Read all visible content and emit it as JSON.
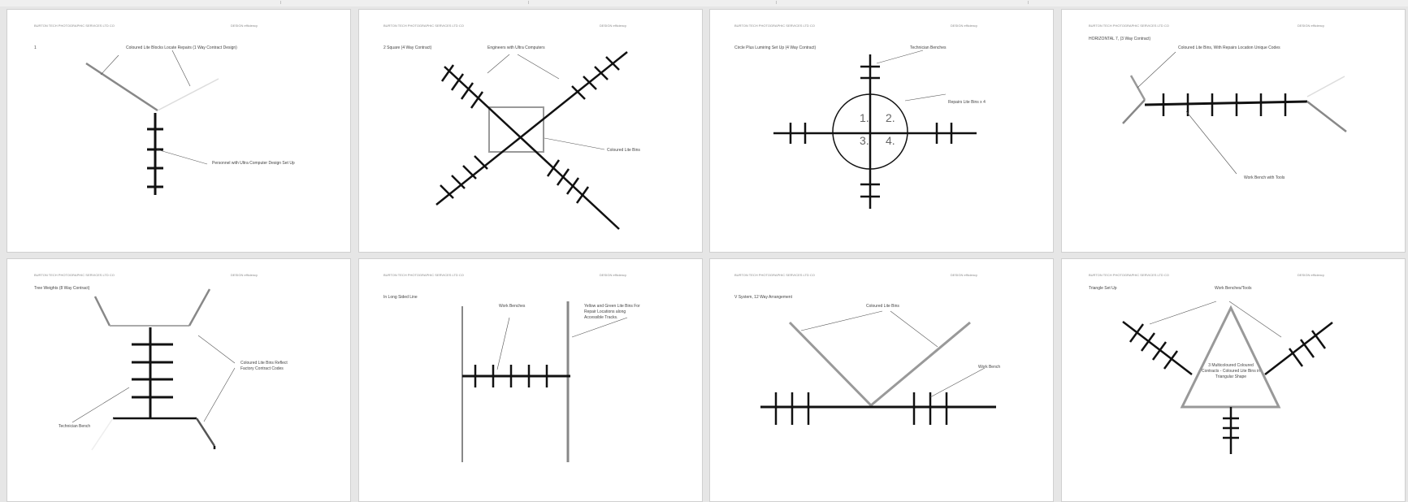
{
  "pages": [
    {
      "header_left": "BURTON TECH PHOTOGRAPHIC SERVICES LTD CO",
      "header_right": "DESIGN efficiency",
      "title": "1",
      "labels": [
        "Coloured Lite Blocks Locate Repairs (1 Way Contract Design)",
        "Personnel with Ultra Computer Design Set Up"
      ]
    },
    {
      "header_left": "BURTON TECH PHOTOGRAPHIC SERVICES LTD CO",
      "header_right": "DESIGN efficiency",
      "title": "2 Square      (4 Way Contract)",
      "labels": [
        "Engineers with Ultra Computers",
        "Coloured Lite Bins"
      ]
    },
    {
      "header_left": "BURTON TECH PHOTOGRAPHIC SERVICES LTD CO",
      "header_right": "DESIGN efficiency",
      "title": "Circle Plus Lumiring Set Up (4 Way Contract)",
      "labels": [
        "Technician Benches",
        "Repairs Lite Bins x 4"
      ],
      "numbers": [
        "1.",
        "2.",
        "3.",
        "4."
      ]
    },
    {
      "header_left": "BURTON TECH PHOTOGRAPHIC SERVICES LTD CO",
      "header_right": "DESIGN efficiency",
      "title": "HORIZONTAL 7, (3 Way Contract)",
      "labels": [
        "Coloured Lite Bins, With Repairs Location Unique Codes",
        "Work Bench with Tools"
      ]
    },
    {
      "header_left": "BURTON TECH PHOTOGRAPHIC SERVICES LTD CO",
      "header_right": "DESIGN efficiency",
      "title": "Tree Weights (8 Way Contract)",
      "labels": [
        "Coloured Lite Bins Reflect Factory Contract Codes",
        "Technician Bench"
      ]
    },
    {
      "header_left": "BURTON TECH PHOTOGRAPHIC SERVICES LTD CO",
      "header_right": "DESIGN efficiency",
      "title": "In Long Sided Line",
      "labels": [
        "Work Benches",
        "Yellow and Green Lite Bins For Repair Locations along Accessible Tracks."
      ]
    },
    {
      "header_left": "BURTON TECH PHOTOGRAPHIC SERVICES LTD CO",
      "header_right": "DESIGN efficiency",
      "title": "V System, 12 Way Arrangement",
      "labels": [
        "Coloured Lite Bins",
        "Work Bench"
      ]
    },
    {
      "header_left": "BURTON TECH PHOTOGRAPHIC SERVICES LTD CO",
      "header_right": "DESIGN efficiency",
      "title": "Triangle Set Up",
      "labels": [
        "Work Benches/Tools",
        "3 Multicoloured Coloured Contracts - Coloured Lite Bins in Triangular Shape"
      ]
    }
  ]
}
